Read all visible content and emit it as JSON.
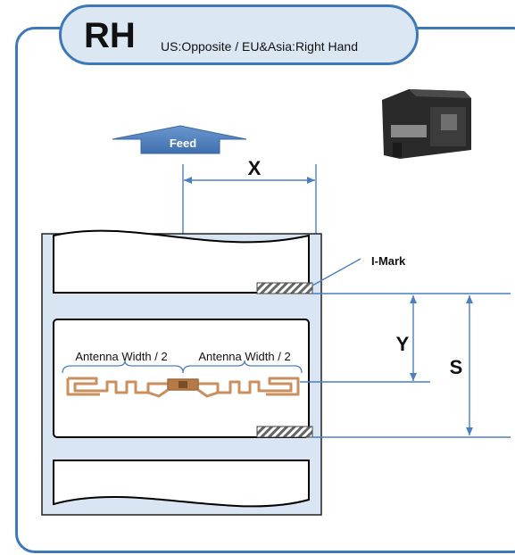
{
  "header": {
    "badge": "RH",
    "subtitle": "US:Opposite / EU&Asia:Right Hand"
  },
  "diagram": {
    "feed_label": "Feed",
    "x_label": "X",
    "y_label": "Y",
    "s_label": "S",
    "imark_label": "I-Mark",
    "antenna_left_label": "Antenna Width / 2",
    "antenna_right_label": "Antenna Width / 2"
  },
  "colors": {
    "frame": "#3d78b8",
    "liner": "#d9e5f2",
    "tab_fill": "#dce7f4",
    "line": "#4a7fc0",
    "arrow": "#4a7bbd",
    "antenna": "#c98f5c"
  }
}
